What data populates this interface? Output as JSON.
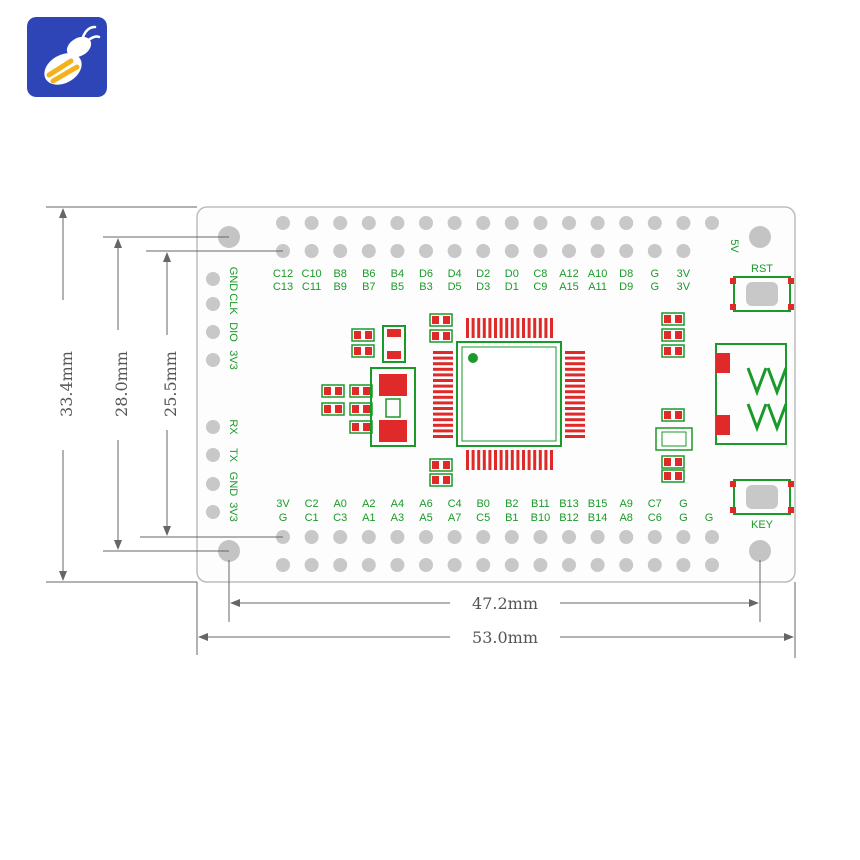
{
  "logo": {
    "name": "bee-logo",
    "bg_color": "#2e45b8"
  },
  "colors": {
    "silkscreen": "#1a9a2a",
    "copper": "#e02a2a",
    "pad": "#c8c8c8",
    "hole": "#c4c4c4",
    "dimension": "#555555"
  },
  "pins": {
    "top_row_upper": [
      "C12",
      "C10",
      "B8",
      "B6",
      "B4",
      "D6",
      "D4",
      "D2",
      "D0",
      "C8",
      "A12",
      "A10",
      "D8",
      "G",
      "3V"
    ],
    "top_row_lower": [
      "C13",
      "C11",
      "B9",
      "B7",
      "B5",
      "B3",
      "D5",
      "D3",
      "D1",
      "C9",
      "A15",
      "A11",
      "D9",
      "G",
      "3V"
    ],
    "bottom_row_upper": [
      "3V",
      "C2",
      "A0",
      "A2",
      "A4",
      "A6",
      "C4",
      "B0",
      "B2",
      "B11",
      "B13",
      "B15",
      "A9",
      "C7",
      "G"
    ],
    "bottom_row_lower": [
      "G",
      "C1",
      "C3",
      "A1",
      "A3",
      "A5",
      "A7",
      "C5",
      "B1",
      "B10",
      "B12",
      "B14",
      "A8",
      "C6",
      "G"
    ],
    "bottom_extra": "G",
    "top_right": "5V",
    "left_side": [
      "GND",
      "CLK",
      "DIO",
      "3V3",
      "RX",
      "TX",
      "GND",
      "3V3"
    ]
  },
  "buttons": {
    "reset": "RST",
    "user": "KEY"
  },
  "dimensions": {
    "height_total": "33.4mm",
    "height_inner": "28.0mm",
    "height_pins": "25.5mm",
    "width_inner": "47.2mm",
    "width_total": "53.0mm"
  }
}
